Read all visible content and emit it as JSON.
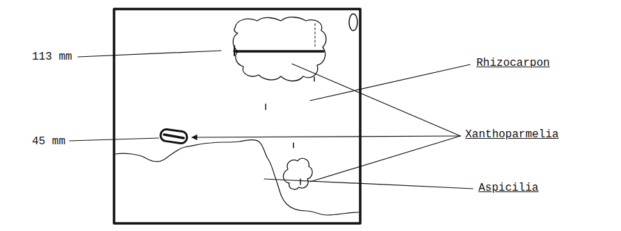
{
  "diagram": {
    "labels": [
      "113 mm",
      "45 mm",
      "Rhizocarpon",
      "Xanthoparmelia",
      "Aspicilia"
    ]
  }
}
